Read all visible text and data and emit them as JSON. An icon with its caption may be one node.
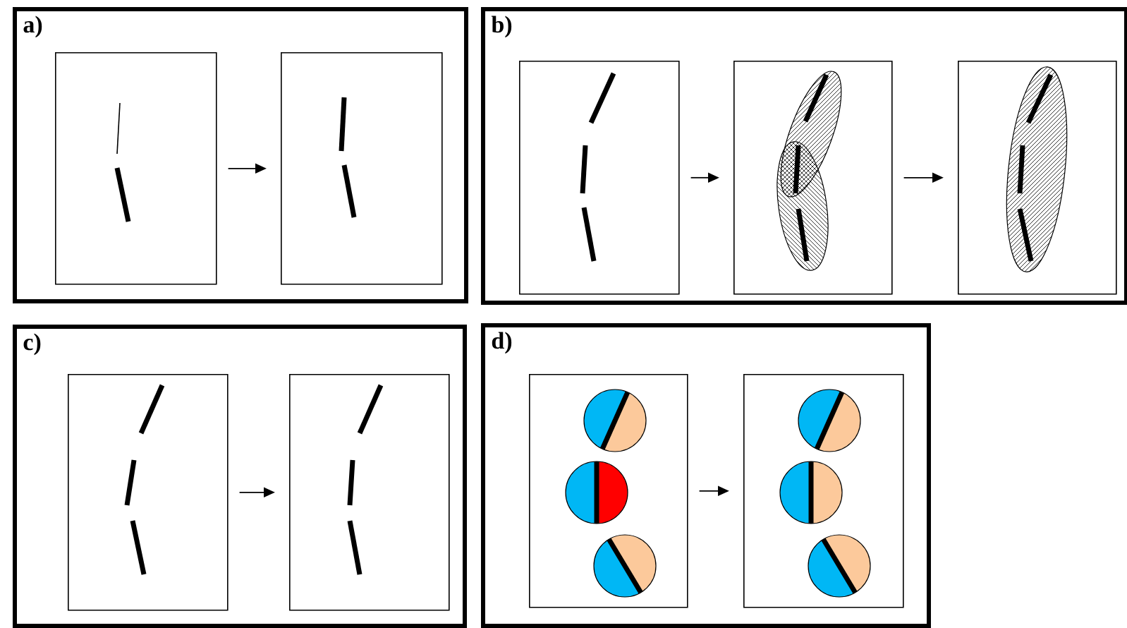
{
  "diagram": {
    "nodes": [
      {
        "text": [
          "a)"
        ]
      },
      {
        "text": [],
        "shape": "box",
        "in": 0
      },
      {
        "text": [],
        "shape": "box",
        "in": 0
      },
      {
        "text": [
          "b)"
        ]
      },
      {
        "text": [],
        "shape": "box",
        "in": 3
      },
      {
        "text": [],
        "shape": "box",
        "in": 3
      },
      {
        "text": [],
        "shape": "box",
        "in": 3
      },
      {
        "text": [
          "c)"
        ]
      },
      {
        "text": [],
        "shape": "box",
        "in": 7
      },
      {
        "text": [],
        "shape": "box",
        "in": 7
      },
      {
        "text": [
          "d)"
        ]
      },
      {
        "text": [],
        "shape": "box",
        "in": 10
      },
      {
        "text": [],
        "shape": "box",
        "in": 10
      }
    ],
    "edges": [
      {
        "from": 1,
        "to": 2,
        "arrow": "to"
      },
      {
        "from": 4,
        "to": 5,
        "arrow": "to"
      },
      {
        "from": 5,
        "to": 6,
        "arrow": "to"
      },
      {
        "from": 8,
        "to": 9,
        "arrow": "to"
      },
      {
        "from": 11,
        "to": 12,
        "arrow": "to"
      }
    ]
  }
}
